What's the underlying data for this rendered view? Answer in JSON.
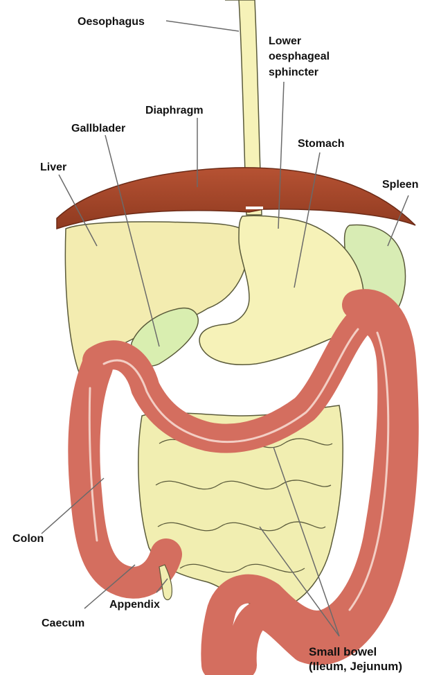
{
  "labels": {
    "oesophagus": "Oesophagus",
    "lower_sphincter": [
      "Lower",
      "oesphageal",
      "sphincter"
    ],
    "diaphragm": "Diaphragm",
    "gallbladder": "Gallblader",
    "stomach": "Stomach",
    "liver": "Liver",
    "spleen": "Spleen",
    "colon": "Colon",
    "appendix": "Appendix",
    "caecum": "Caecum",
    "small_bowel": [
      "Small bowel",
      "(Ileum, Jejunum)"
    ]
  },
  "colors": {
    "diaphragm": "#a8452a",
    "liver": "#f3ecb0",
    "stomach": "#f6f2b8",
    "gallbladder": "#d9eeb0",
    "spleen": "#d8ecb4",
    "colon": "#d46e5f",
    "colon_highlight": "#f6d8cf",
    "small_bowel": "#f1eeb1",
    "outline": "#5a5a3a",
    "leader": "#6a6a6a"
  }
}
